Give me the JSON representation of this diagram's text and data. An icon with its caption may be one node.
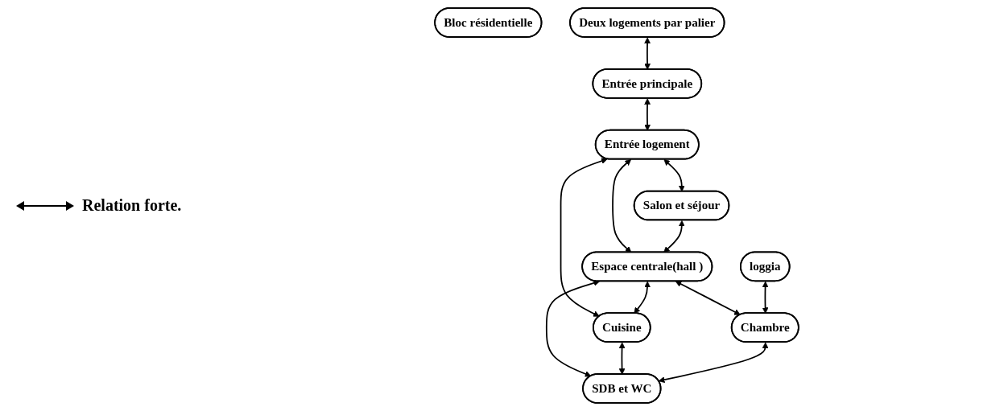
{
  "diagram": {
    "nodes": [
      {
        "text": [
          "Bloc résidentielle"
        ]
      },
      {
        "text": [
          "Deux logements par palier"
        ]
      },
      {
        "text": [
          "Entrée principale"
        ]
      },
      {
        "text": [
          "Entrée logement"
        ]
      },
      {
        "text": [
          "Salon et séjour"
        ]
      },
      {
        "text": [
          "Espace centrale(hall )"
        ]
      },
      {
        "text": [
          "Cuisine"
        ]
      },
      {
        "text": [
          "loggia"
        ]
      },
      {
        "text": [
          "Chambre"
        ]
      },
      {
        "text": [
          "SDB et WC"
        ]
      }
    ],
    "edges": [
      {
        "from": 1,
        "to": 2,
        "arrow": "both"
      },
      {
        "from": 2,
        "to": 3,
        "arrow": "both"
      },
      {
        "from": 3,
        "to": 5,
        "arrow": "both"
      },
      {
        "from": 3,
        "to": 4,
        "arrow": "both"
      },
      {
        "from": 3,
        "to": 6,
        "arrow": "both"
      },
      {
        "from": 4,
        "to": 5,
        "arrow": "both"
      },
      {
        "from": 5,
        "to": 6,
        "arrow": "both"
      },
      {
        "from": 5,
        "to": 8,
        "arrow": "both"
      },
      {
        "from": 5,
        "to": 9,
        "arrow": "both"
      },
      {
        "from": 6,
        "to": 9,
        "arrow": "both"
      },
      {
        "from": 7,
        "to": 8,
        "arrow": "both"
      },
      {
        "from": 8,
        "to": 9,
        "arrow": "both"
      }
    ],
    "legend": [
      {
        "text": "Relation forte."
      }
    ]
  }
}
